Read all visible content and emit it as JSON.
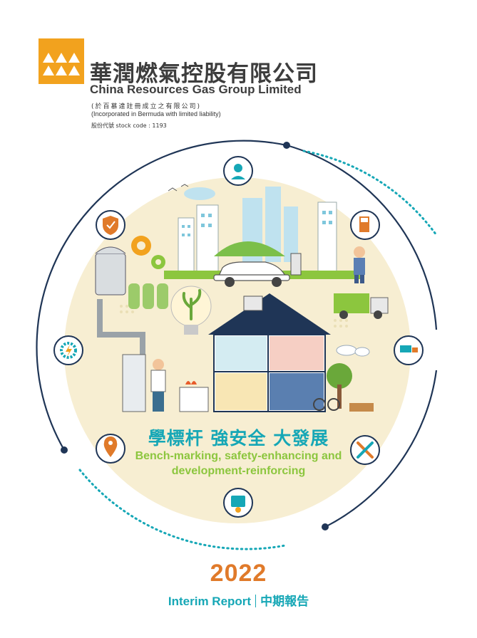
{
  "header": {
    "company_cn": "華潤燃氣控股有限公司",
    "company_en": "China Resources Gas Group Limited",
    "incorporated_cn": "(於百慕達註冊成立之有限公司)",
    "incorporated_en": "(Incorporated in Bermuda with limited liability)",
    "stock_code": "股份代號 stock code : 1193"
  },
  "slogan": {
    "cn": "學標杆 強安全 大發展",
    "en_line1": "Bench-marking, safety-enhancing and",
    "en_line2": "development-reinforcing"
  },
  "report": {
    "year": "2022",
    "title_en": "Interim Report",
    "title_cn": "中期報告"
  },
  "colors": {
    "brand_orange": "#f2a21e",
    "teal": "#16a7b6",
    "green": "#8cc63e",
    "year_orange": "#e07a2a",
    "ring_navy": "#1f3556",
    "circle_fill": "#f7eed2"
  },
  "ring_icons": [
    "customer-service-icon",
    "fuel-pump-icon",
    "delivery-truck-icon",
    "tools-icon",
    "touch-screen-icon",
    "location-pin-icon",
    "gear-power-icon",
    "shield-icon"
  ]
}
